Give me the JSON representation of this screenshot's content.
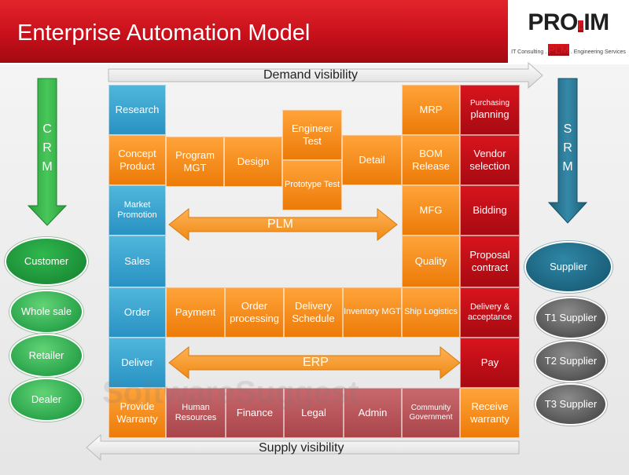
{
  "header": {
    "title": "Enterprise Automation Model",
    "logo_text_a": "PRO",
    "logo_text_b": "L",
    "logo_text_c": "IM",
    "logo_tag_a": "IT Consulting",
    "logo_tag_b": "PLM",
    "logo_tag_c": "Engineering Services"
  },
  "flows": {
    "demand": "Demand visibility",
    "supply": "Supply visibility",
    "plm": "PLM",
    "erp": "ERP",
    "crm_letters": [
      "C",
      "R",
      "M"
    ],
    "srm_letters": [
      "S",
      "R",
      "M"
    ]
  },
  "left_column": [
    "Research",
    "Concept Product",
    "Market Promotion",
    "Sales",
    "Order",
    "Deliver",
    "Provide Warranty"
  ],
  "plm_row": {
    "program": "Program MGT",
    "design": "Design",
    "engineer_test": "Engineer Test",
    "prototype_test": "Prototype Test",
    "detail": "Detail"
  },
  "mid_right_column": [
    "MRP",
    "BOM Release",
    "MFG",
    "Quality",
    "Ship Logistics"
  ],
  "erp_row": [
    "Payment",
    "Order processing",
    "Delivery Schedule",
    "Inventory MGT"
  ],
  "bottom_row": [
    "Human Resources",
    "Finance",
    "Legal",
    "Admin",
    "Community Government"
  ],
  "right_column": [
    "Purchasing",
    "planning",
    "Vendor selection",
    "Bidding",
    "Proposal contract",
    "Delivery & acceptance",
    "Pay",
    "Receive warranty"
  ],
  "customers": [
    "Customer",
    "Whole sale",
    "Retailer",
    "Dealer"
  ],
  "suppliers": [
    "Supplier",
    "T1 Supplier",
    "T2 Supplier",
    "T3 Supplier"
  ],
  "watermark": "SoftwareSuggest",
  "colors": {
    "title_red": "#c8101b",
    "blue": "#2a92c2",
    "orange": "#ec7b08",
    "red": "#a70a12",
    "pink": "#a9454a",
    "green": "#2aa44b",
    "teal": "#1a5f7a",
    "gray": "#545454"
  }
}
